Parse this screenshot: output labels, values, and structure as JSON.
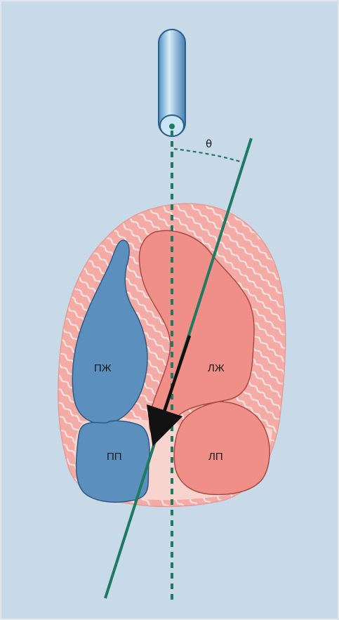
{
  "figure": {
    "angle_label": "θ",
    "labels": {
      "rv": "ПЖ",
      "lv": "ЛЖ",
      "ra": "ПП",
      "la": "ЛП"
    }
  },
  "colors": {
    "background": "#c8d9e8",
    "tissue_outer": "#f7b8b3",
    "tissue_stripes": "#fde7e3",
    "tissue_inner": "#f8d4cf",
    "right_chambers": "#5b8fbd",
    "left_chambers": "#ef8f87",
    "beam_line": "#1f7a63",
    "probe": "#8ec1df"
  }
}
